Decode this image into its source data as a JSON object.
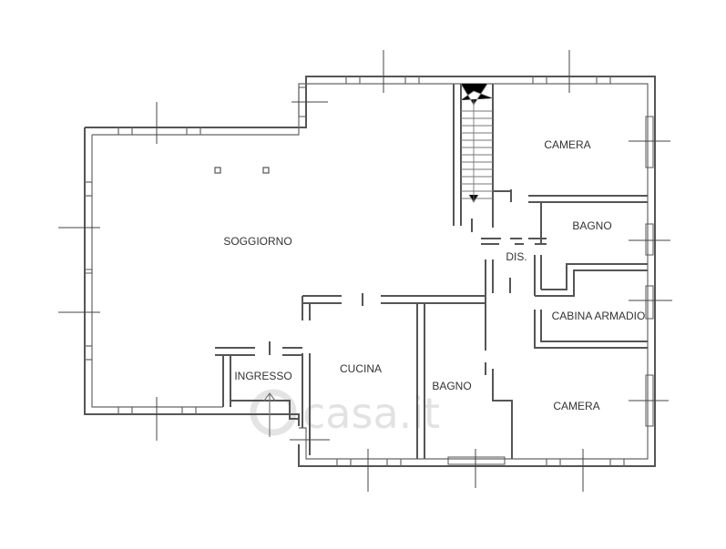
{
  "rooms": {
    "soggiorno": "SOGGIORNO",
    "camera_top": "CAMERA",
    "bagno_right": "BAGNO",
    "dis": "DIS.",
    "cabina": "CABINA ARMADIO",
    "ingresso": "INGRESSO",
    "cucina": "CUCINA",
    "bagno_center": "BAGNO",
    "camera_bottom": "CAMERA"
  },
  "watermark": "casa.it",
  "colors": {
    "wall": "#555555",
    "text": "#333333",
    "watermark": "#e2e2e2"
  }
}
